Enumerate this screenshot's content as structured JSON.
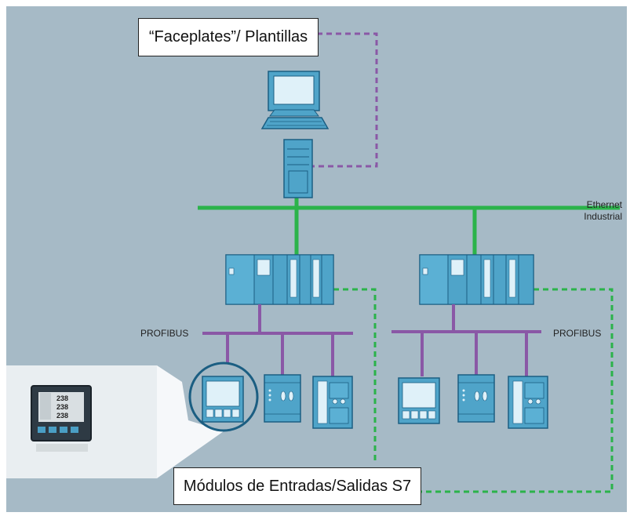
{
  "labels": {
    "faceplates": "“Faceplates”/ Plantillas",
    "modules": "Módulos de Entradas/Salidas S7",
    "ethernet_line1": "Ethernet",
    "ethernet_line2": "Industrial",
    "profibus_left": "PROFIBUS",
    "profibus_right": "PROFIBUS"
  },
  "meter_readings": [
    "238",
    "238",
    "238"
  ],
  "colors": {
    "background": "#a6bac6",
    "ethernet": "#2bb34a",
    "profibus": "#8a58a6",
    "link_dashed_purple": "#8a58a6",
    "link_dashed_green": "#2bb34a",
    "device_fill": "#4fa4c9",
    "device_stroke": "#1b5e82"
  }
}
